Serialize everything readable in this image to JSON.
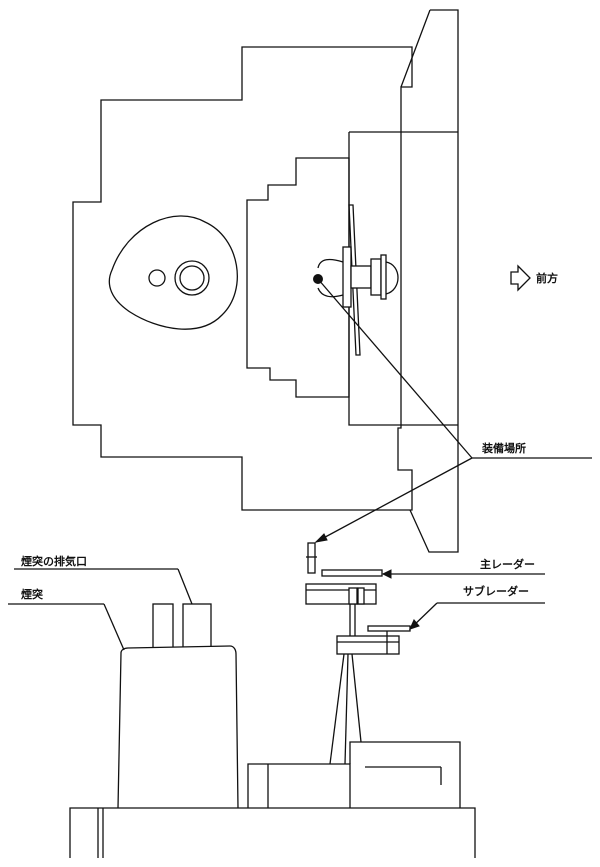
{
  "labels": {
    "forward": "前方",
    "mount_location": "装備場所",
    "main_radar": "主レーダー",
    "sub_radar": "サブレーダー",
    "funnel_exhaust": "煙突の排気口",
    "funnel": "煙突"
  },
  "icons": {
    "forward_arrow": "arrow-right-outline-icon"
  }
}
